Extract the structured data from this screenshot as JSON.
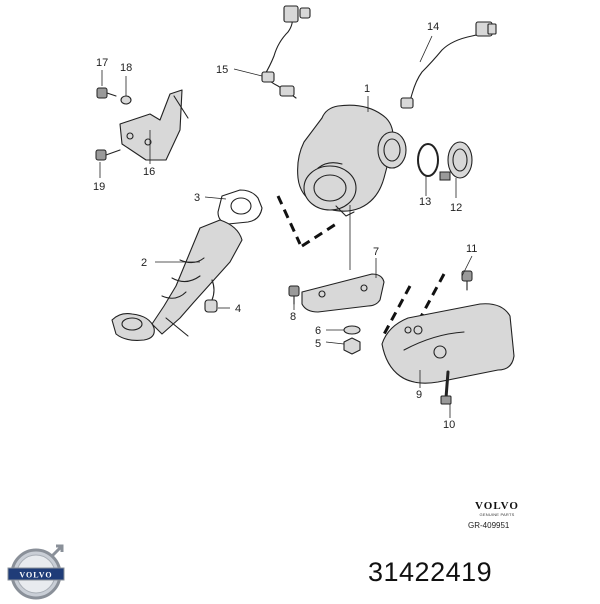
{
  "callouts": [
    {
      "id": "1",
      "text": "1"
    },
    {
      "id": "2",
      "text": "2"
    },
    {
      "id": "3",
      "text": "3"
    },
    {
      "id": "4",
      "text": "4"
    },
    {
      "id": "5",
      "text": "5"
    },
    {
      "id": "6",
      "text": "6"
    },
    {
      "id": "7",
      "text": "7"
    },
    {
      "id": "8",
      "text": "8"
    },
    {
      "id": "9",
      "text": "9"
    },
    {
      "id": "10",
      "text": "10"
    },
    {
      "id": "11",
      "text": "11"
    },
    {
      "id": "12",
      "text": "12"
    },
    {
      "id": "13",
      "text": "13"
    },
    {
      "id": "14",
      "text": "14"
    },
    {
      "id": "15",
      "text": "15"
    },
    {
      "id": "16",
      "text": "16"
    },
    {
      "id": "17",
      "text": "17"
    },
    {
      "id": "18",
      "text": "18"
    },
    {
      "id": "19",
      "text": "19"
    }
  ],
  "brand": {
    "word": "VOLVO",
    "subtitle": "GENUINE PARTS",
    "reference": "GR-409951"
  },
  "logo": {
    "text": "VOLVO",
    "color": "#1f3c78"
  },
  "part_number": "31422419"
}
